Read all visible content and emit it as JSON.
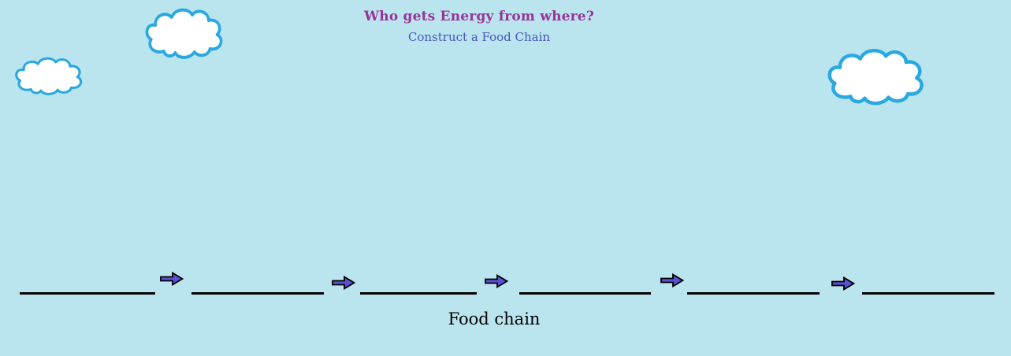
{
  "page": {
    "background_color": "#bae5ee"
  },
  "header": {
    "title": "Who gets Energy from where?",
    "title_color": "#993399",
    "subtitle": "Construct a Food Chain",
    "subtitle_color": "#4a54bb"
  },
  "clouds": {
    "count": 3,
    "fill_color": "#ffffff",
    "outline_color": "#2aa8e0"
  },
  "food_chain": {
    "label": "Food chain",
    "blank_count": 6,
    "arrow_count": 5,
    "arrow_fill_color": "#5a50d2",
    "arrow_outline_color": "#000000",
    "blank_line_color": "#000000"
  }
}
